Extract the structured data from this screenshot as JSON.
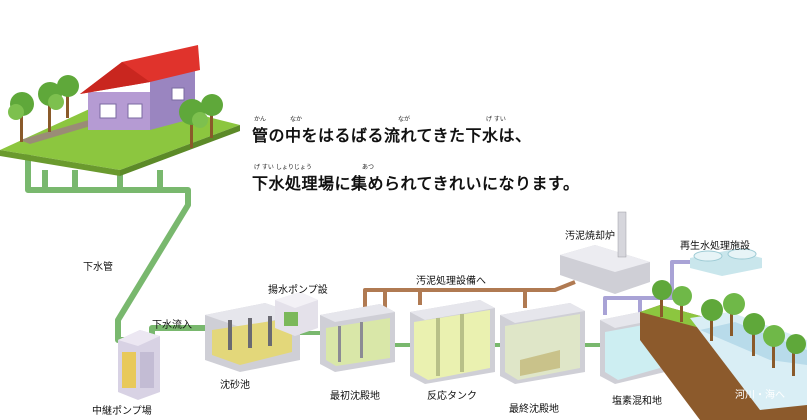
{
  "headline": {
    "line1": "管の中をはるばる流れてきた下水は、",
    "line2": "下水処理場に集められてきれいになります。",
    "ruby": [
      "かん",
      "なか",
      "なが",
      "げ すい",
      "げ すい しょりじょう",
      "あつ"
    ]
  },
  "labels": {
    "sewer_pipe": "下水管",
    "relay_pump": "中継ポンプ場",
    "sewage_inflow": "下水流入",
    "grit_chamber": "沈砂池",
    "lift_pump": "揚水ポンプ設",
    "primary_clarifier": "最初沈殿地",
    "reaction_tank": "反応タンク",
    "final_clarifier": "最終沈殿地",
    "chlorine_tank": "塩素混和地",
    "sludge_line": "汚泥処理設備へ",
    "incinerator": "汚泥焼却炉",
    "reclaimed_water": "再生水処理施設",
    "river_sea": "河川・海へ"
  },
  "colors": {
    "pipe_green": "#79b86e",
    "pipe_brown": "#b07a52",
    "pipe_lavender": "#a9a3d6",
    "roof_red": "#e0332c",
    "house_wall": "#b59bd3",
    "grass": "#8cc63f",
    "soil": "#8c5a2c",
    "tank_gray": "#cfcfd6",
    "water_yellow": "#e7e8a8",
    "water_cyan": "#cdeef2"
  }
}
